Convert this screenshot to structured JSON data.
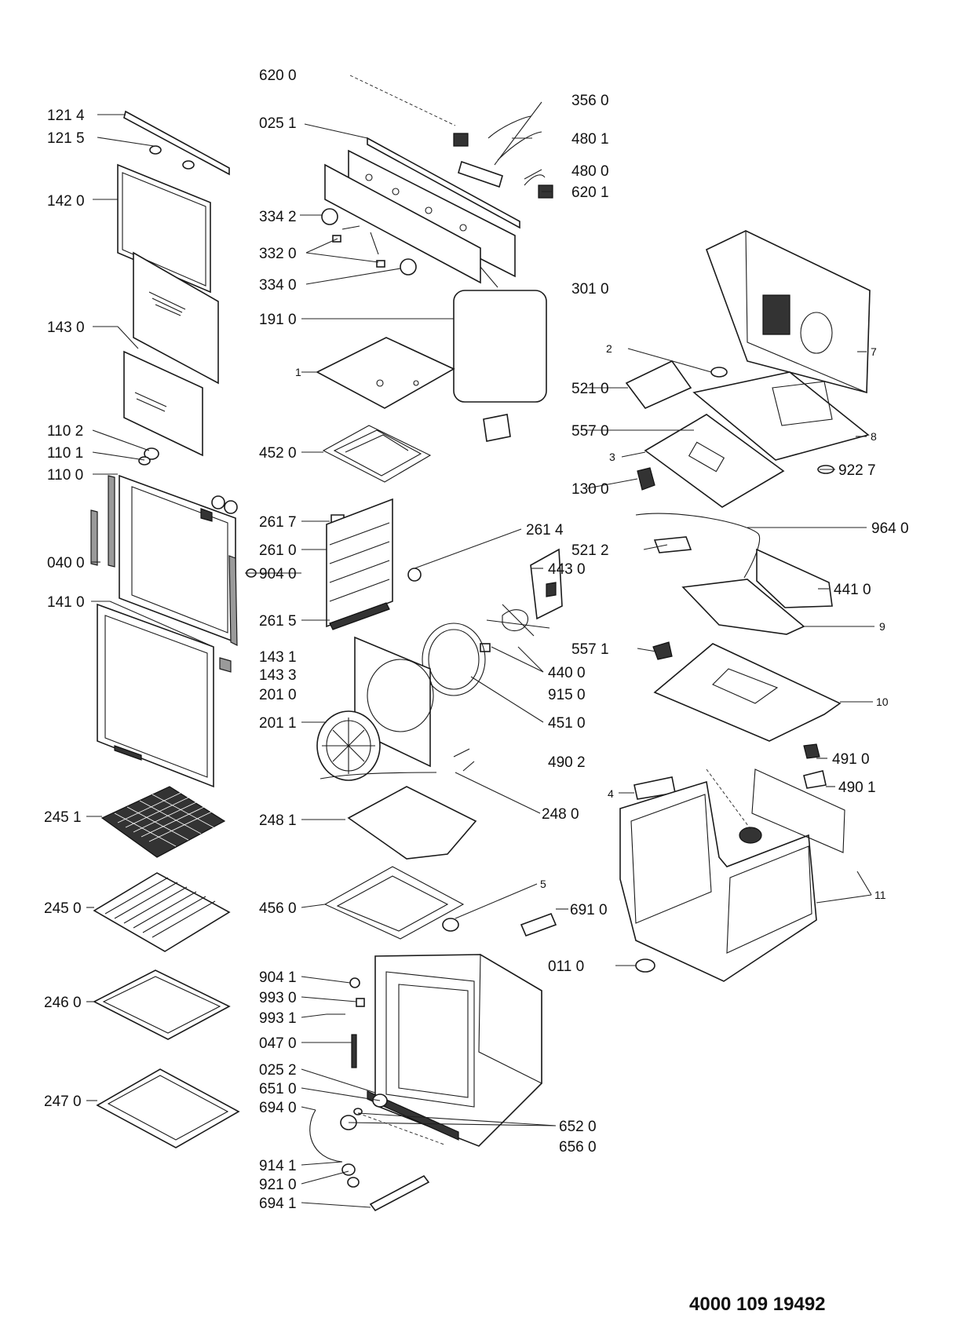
{
  "document_number": "4000 109 19492",
  "labels": {
    "l_620_0": "620 0",
    "l_356_0": "356 0",
    "l_121_4": "121 4",
    "l_025_1": "025 1",
    "l_480_1": "480 1",
    "l_121_5": "121 5",
    "l_480_0": "480 0",
    "l_620_1": "620 1",
    "l_142_0": "142 0",
    "l_334_2": "334 2",
    "l_332_0": "332 0",
    "l_334_0": "334 0",
    "l_301_0": "301 0",
    "l_143_0": "143 0",
    "l_191_0": "191 0",
    "l_2": "2",
    "l_7": "7",
    "l_1": "1",
    "l_521_0": "521 0",
    "l_110_2": "110 2",
    "l_557_0": "557 0",
    "l_8": "8",
    "l_110_1": "110 1",
    "l_452_0": "452 0",
    "l_3": "3",
    "l_922_7": "922 7",
    "l_110_0": "110 0",
    "l_130_0": "130 0",
    "l_261_7": "261 7",
    "l_261_4": "261 4",
    "l_964_0": "964 0",
    "l_261_0": "261 0",
    "l_521_2": "521 2",
    "l_040_0": "040 0",
    "l_904_0": "904 0",
    "l_443_0": "443 0",
    "l_441_0": "441 0",
    "l_141_0": "141 0",
    "l_261_5": "261 5",
    "l_9": "9",
    "l_143_1": "143 1",
    "l_557_1": "557 1",
    "l_143_3": "143 3",
    "l_440_0": "440 0",
    "l_201_0": "201 0",
    "l_915_0": "915 0",
    "l_10": "10",
    "l_201_1": "201 1",
    "l_451_0": "451 0",
    "l_491_0": "491 0",
    "l_490_2": "490 2",
    "l_490_1": "490 1",
    "l_4": "4",
    "l_245_1": "245 1",
    "l_248_0": "248 0",
    "l_248_1": "248 1",
    "l_11": "11",
    "l_5": "5",
    "l_245_0": "245 0",
    "l_456_0": "456 0",
    "l_691_0": "691 0",
    "l_011_0": "011 0",
    "l_904_1": "904 1",
    "l_993_0": "993 0",
    "l_246_0": "246 0",
    "l_993_1": "993 1",
    "l_047_0": "047 0",
    "l_025_2": "025 2",
    "l_247_0": "247 0",
    "l_651_0": "651 0",
    "l_694_0": "694 0",
    "l_652_0": "652 0",
    "l_656_0": "656 0",
    "l_914_1": "914 1",
    "l_921_0": "921 0",
    "l_694_1": "694 1"
  }
}
